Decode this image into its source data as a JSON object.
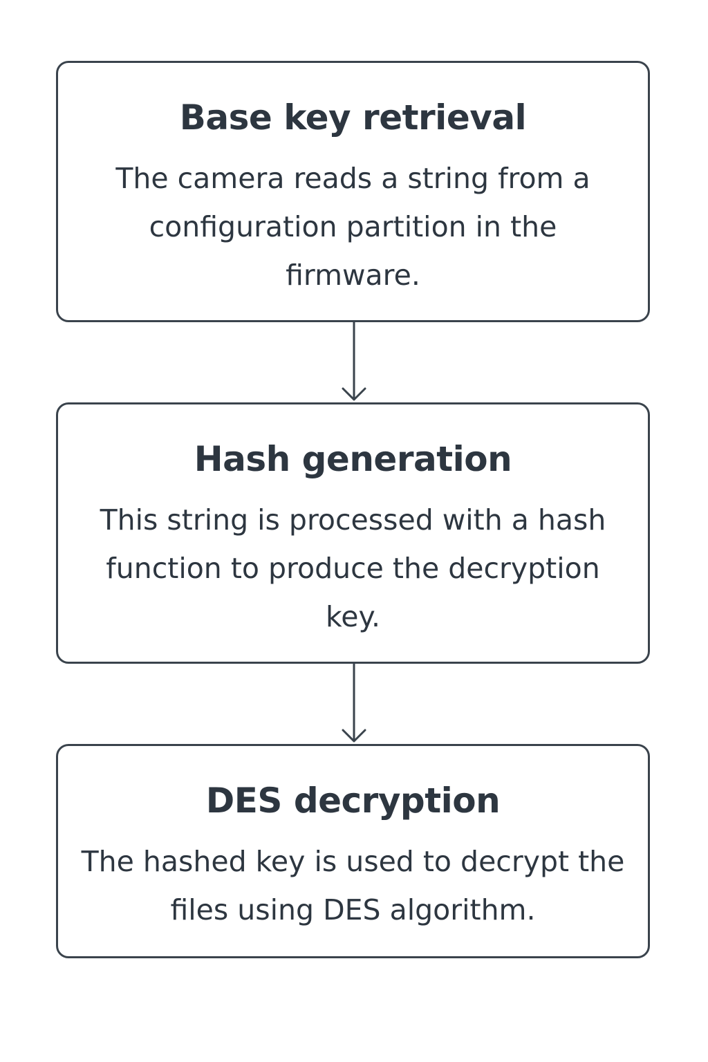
{
  "diagram": {
    "steps": [
      {
        "title": "Base key retrieval",
        "description": "The camera reads a string from a configuration partition in the firmware."
      },
      {
        "title": "Hash generation",
        "description": "This string is processed with a hash function to produce the decryption key."
      },
      {
        "title": "DES decryption",
        "description": "The hashed key is used to decrypt the files using DES algorithm."
      }
    ],
    "colors": {
      "border": "#3a434c",
      "text": "#2d3640",
      "background": "#ffffff"
    }
  }
}
